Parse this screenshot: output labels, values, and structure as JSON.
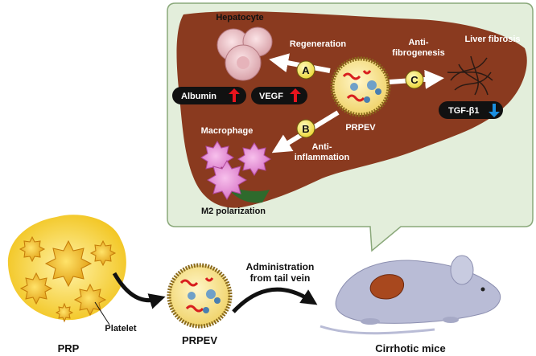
{
  "colors": {
    "bubble_bg": "#e3eedb",
    "liver": "#8a3a1f",
    "prp": "#f2c520",
    "vesicle_ring": "#8a6a1c",
    "up_arrow": "#e8141d",
    "down_arrow": "#1a8fe0",
    "circle_label": "#f5ea5c",
    "mouse": "#b9bcd6"
  },
  "bubble": {
    "hepatocyte": "Hepatocyte",
    "regeneration": "Regeneration",
    "anti_fibrogenesis_1": "Anti-",
    "anti_fibrogenesis_2": "fibrogenesis",
    "liver_fibrosis": "Liver fibrosis",
    "macrophage": "Macrophage",
    "anti_inflammation_1": "Anti-",
    "anti_inflammation_2": "inflammation",
    "m2_polarization": "M2 polarization",
    "prpev_center": "PRPEV",
    "markers": {
      "albumin": "Albumin",
      "vegf": "VEGF",
      "tgf": "TGF-β1"
    },
    "paths": {
      "a": "A",
      "b": "B",
      "c": "C"
    }
  },
  "bottom": {
    "prp": "PRP",
    "platelet": "Platelet",
    "prpev": "PRPEV",
    "administration_1": "Administration",
    "administration_2": "from tail vein",
    "cirrhotic_mice": "Cirrhotic mice"
  }
}
